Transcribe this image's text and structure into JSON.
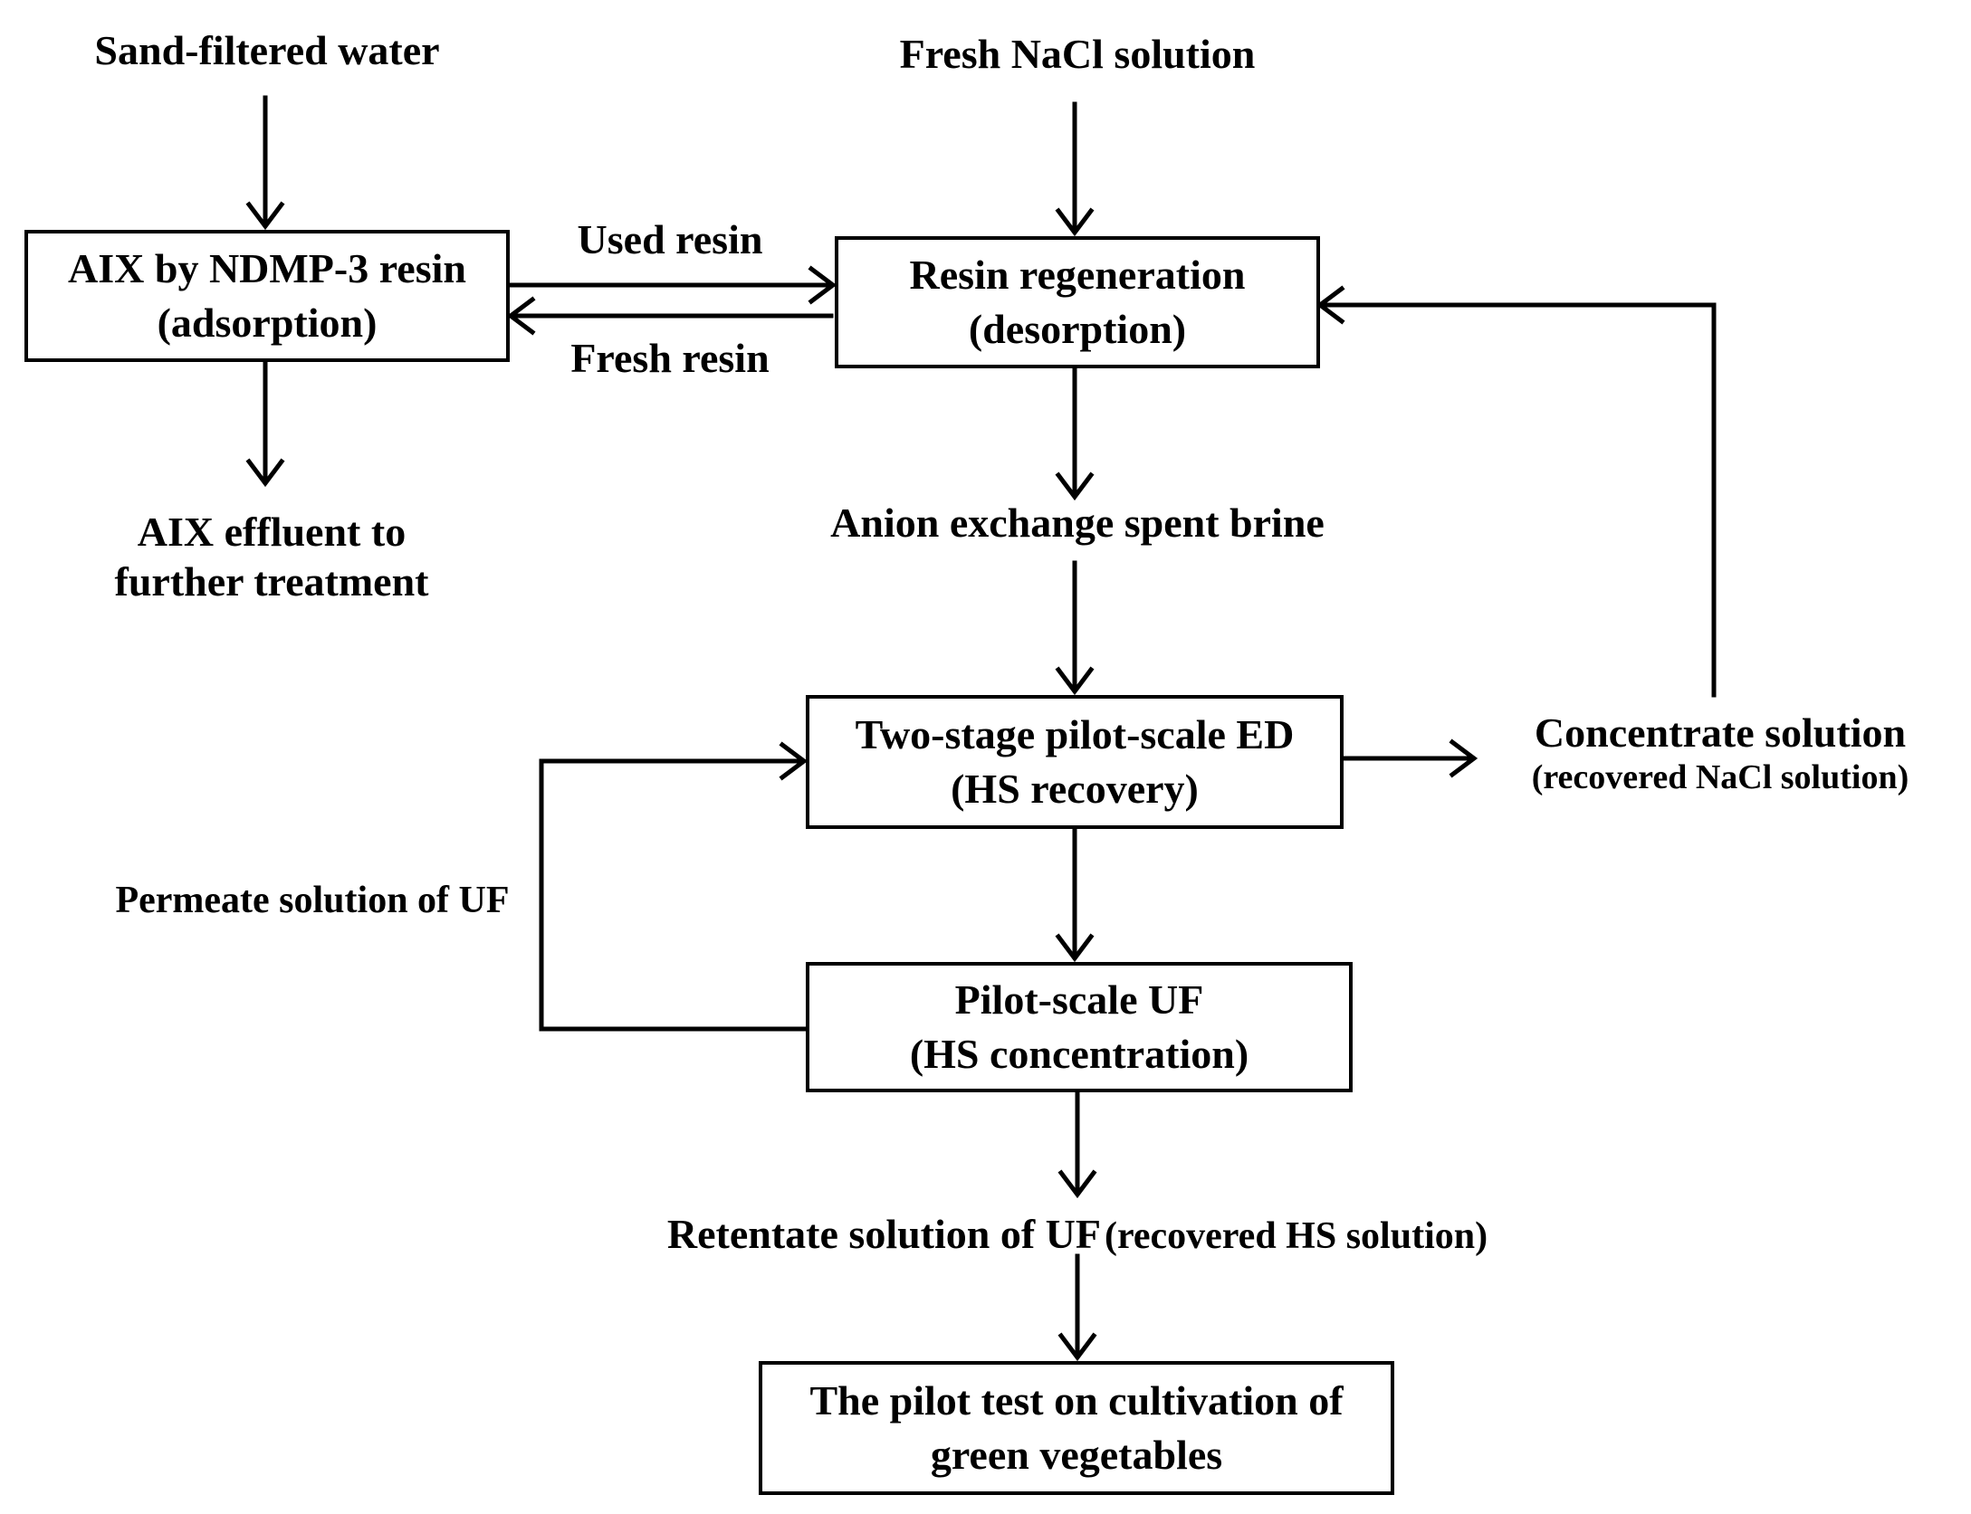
{
  "labels": {
    "sand_filtered_water": "Sand-filtered water",
    "fresh_nacl": "Fresh NaCl solution",
    "used_resin": "Used resin",
    "fresh_resin": "Fresh resin",
    "aix_effluent_line1": "AIX effluent to",
    "aix_effluent_line2": "further treatment",
    "spent_brine": "Anion exchange spent brine",
    "concentrate_line1": "Concentrate solution",
    "concentrate_line2": "(recovered NaCl solution)",
    "permeate": "Permeate solution of UF",
    "retentate_main": "Retentate solution of UF",
    "retentate_sub": "(recovered HS solution)"
  },
  "boxes": {
    "aix": {
      "line1": "AIX by NDMP-3 resin",
      "line2": "(adsorption)"
    },
    "regen": {
      "line1": "Resin regeneration",
      "line2": "(desorption)"
    },
    "ed": {
      "line1": "Two-stage pilot-scale ED",
      "line2": "(HS recovery)"
    },
    "uf": {
      "line1": "Pilot-scale UF",
      "line2": "(HS concentration)"
    },
    "pilot": {
      "line1": "The pilot test on cultivation of",
      "line2": "green vegetables"
    }
  }
}
